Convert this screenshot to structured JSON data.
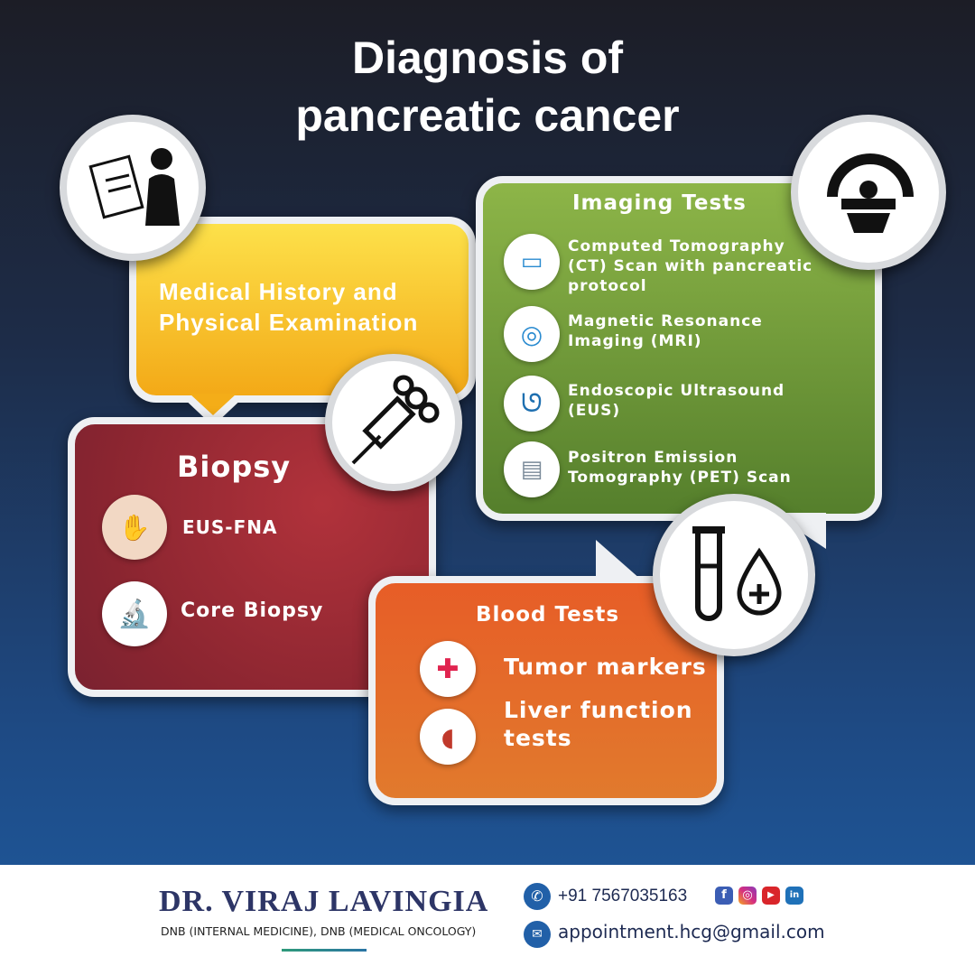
{
  "title": {
    "line1": "Diagnosis of",
    "line2": "pancreatic cancer"
  },
  "history": {
    "label_line1": "Medical History and",
    "label_line2": "Physical Examination"
  },
  "imaging": {
    "heading": "Imaging Tests",
    "items": [
      {
        "line1": "Computed Tomography",
        "line2": "(CT) Scan with pancreatic",
        "line3": "protocol",
        "icon": "ct-scanner-icon"
      },
      {
        "line1": "Magnetic Resonance",
        "line2": "Imaging (MRI)",
        "icon": "mri-icon"
      },
      {
        "line1": "Endoscopic Ultrasound",
        "line2": "(EUS)",
        "icon": "stomach-icon"
      },
      {
        "line1": "Positron Emission",
        "line2": "Tomography (PET) Scan",
        "icon": "pet-scanner-icon"
      }
    ]
  },
  "biopsy": {
    "heading": "Biopsy",
    "items": [
      {
        "label": "EUS-FNA",
        "icon": "needle-aspiration-icon"
      },
      {
        "label": "Core Biopsy",
        "icon": "microscope-icon"
      }
    ]
  },
  "blood": {
    "heading": "Blood Tests",
    "items": [
      {
        "label": "Tumor markers",
        "icon": "first-aid-kit-icon"
      },
      {
        "line1": "Liver function",
        "line2": "tests",
        "icon": "liver-icon"
      }
    ]
  },
  "footer": {
    "name": "DR. VIRAJ LAVINGIA",
    "credentials": "DNB (INTERNAL MEDICINE), DNB (MEDICAL ONCOLOGY)",
    "phone": "+91 7567035163",
    "email": "appointment.hcg@gmail.com",
    "social": {
      "facebook": "f",
      "instagram": "◎",
      "youtube": "▶",
      "linkedin": "in"
    }
  },
  "colors": {
    "yellow": "#f6b81a",
    "green": "#6f9a35",
    "red": "#9b2a35",
    "orange": "#e4672a",
    "navy": "#2d3566"
  }
}
